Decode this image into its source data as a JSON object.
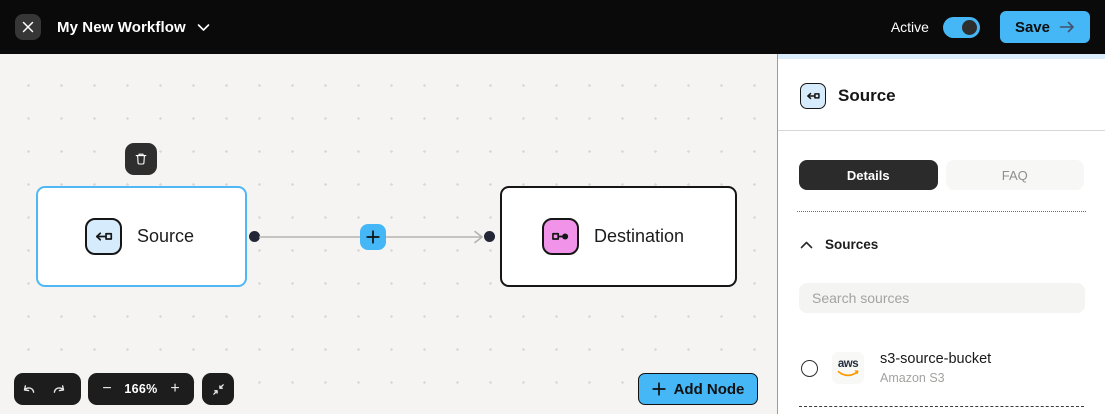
{
  "header": {
    "title": "My New Workflow",
    "active_label": "Active",
    "active_state": "on",
    "save_label": "Save"
  },
  "canvas": {
    "nodes": [
      {
        "id": "source",
        "label": "Source",
        "selected": true,
        "icon": "source-icon"
      },
      {
        "id": "destination",
        "label": "Destination",
        "selected": false,
        "icon": "destination-icon"
      }
    ],
    "zoom": {
      "level": "166%",
      "minus_glyph": "−",
      "plus_glyph": "+"
    },
    "add_node_label": "Add Node"
  },
  "panel": {
    "title": "Source",
    "tabs": [
      {
        "label": "Details",
        "active": true
      },
      {
        "label": "FAQ",
        "active": false
      }
    ],
    "sources_section_label": "Sources",
    "search_placeholder": "Search sources",
    "options": [
      {
        "name": "s3-source-bucket",
        "connector": "Amazon S3",
        "logo_text": "aws",
        "selected": false
      }
    ]
  },
  "colors": {
    "topbar_bg": "#0a0a0a",
    "accent_blue": "#45b7f6",
    "selected_node_border": "#4fb7f3",
    "source_icon_bg": "#d6ecfc",
    "destination_icon_bg": "#f194e9",
    "panel_accent_strip": "#d9ecfb",
    "canvas_bg": "#f5f4f2",
    "aws_orange": "#ff9900"
  }
}
